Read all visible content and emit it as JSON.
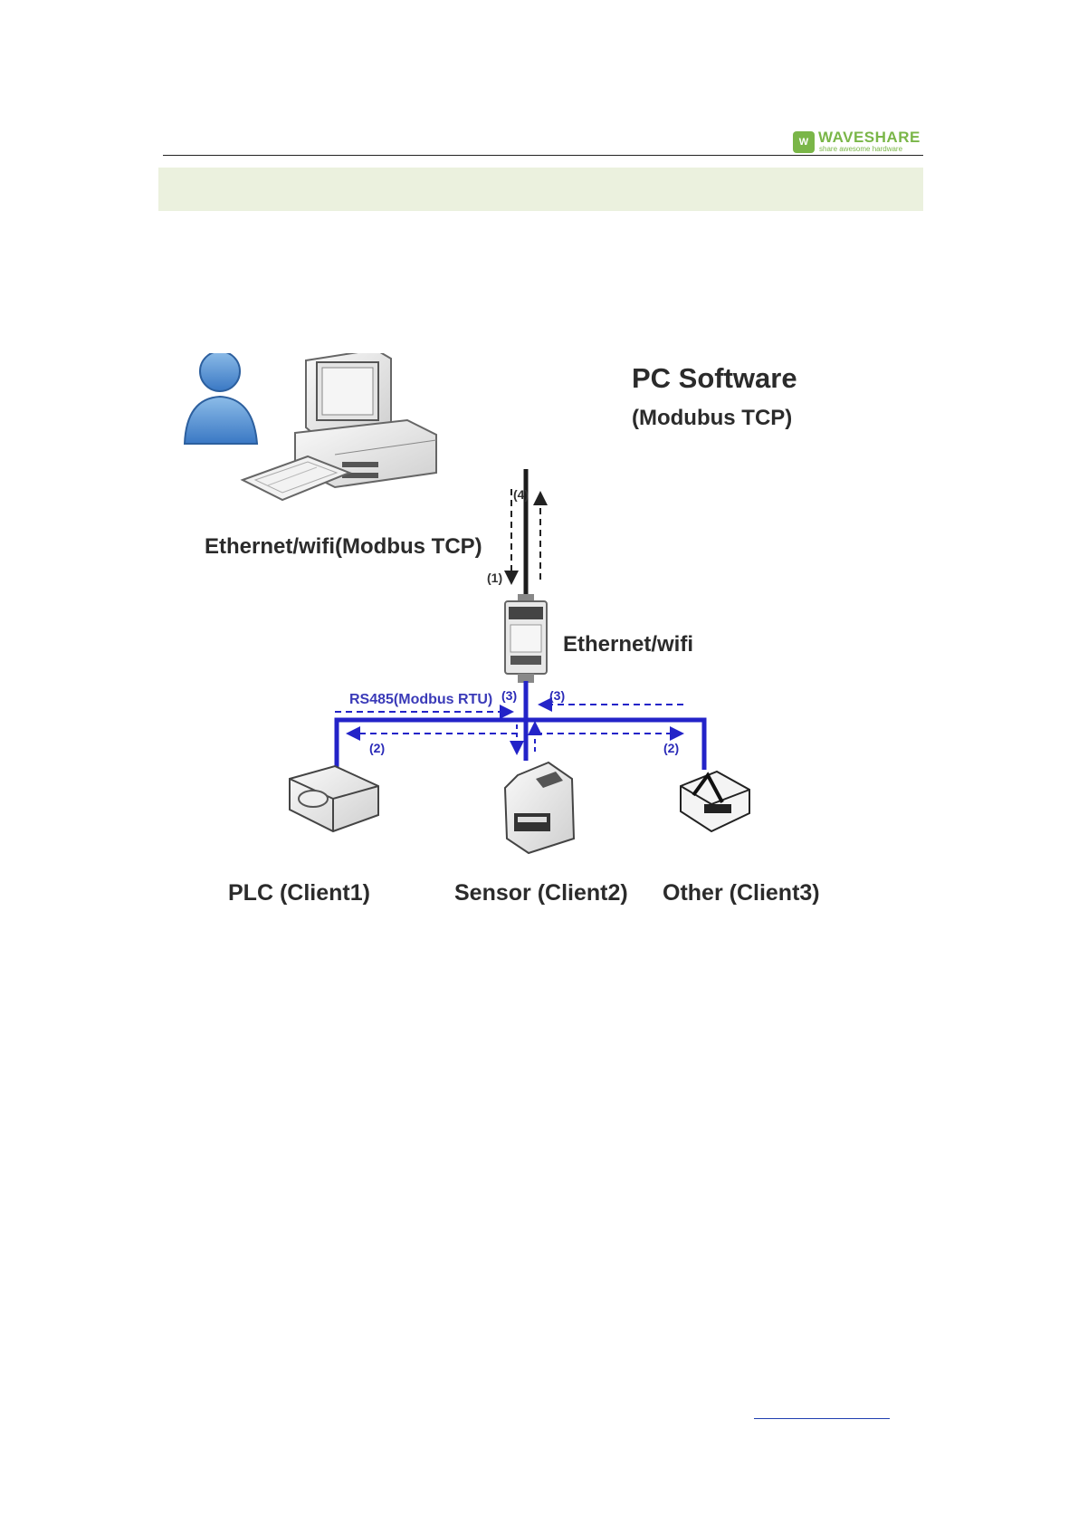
{
  "header": {
    "logo_badge": "W",
    "logo_name": "WAVESHARE",
    "logo_tagline": "share awesome hardware"
  },
  "diagram": {
    "pc_title": "PC Software",
    "pc_subtitle": "(Modubus TCP)",
    "link_label": "Ethernet/wifi(Modbus TCP)",
    "step_1": "(1)",
    "step_4": "(4)",
    "gateway_label": "Ethernet/wifi",
    "rs485_label": "RS485(Modbus RTU)",
    "step_3_left": "(3)",
    "step_3_right": "(3)",
    "step_2_left": "(2)",
    "step_2_right": "(2)",
    "client1": "PLC (Client1)",
    "client2": "Sensor (Client2)",
    "client3": "Other (Client3)"
  },
  "colors": {
    "brand": "#7ab648",
    "section_bar": "#ebf1de",
    "bus": "#2323c8",
    "link": "#1f3fb0"
  }
}
